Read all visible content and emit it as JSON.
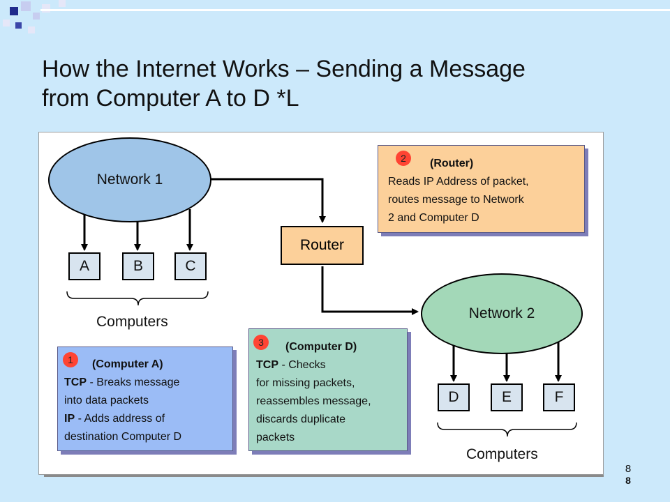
{
  "slide": {
    "title_line1": "How the Internet  Works – Sending a Message",
    "title_line2": "from  Computer A to D  *L",
    "slide_number": "8",
    "slide_number_bold": "8"
  },
  "diagram": {
    "network1": "Network 1",
    "network2": "Network 2",
    "router": "Router",
    "computers_group1": [
      "A",
      "B",
      "C"
    ],
    "computers_group2": [
      "D",
      "E",
      "F"
    ],
    "computers_label": "Computers"
  },
  "callouts": {
    "computer_a": {
      "step": "1",
      "heading": "(Computer A)",
      "lines": [
        {
          "bold": "TCP",
          "text": " - Breaks message"
        },
        {
          "bold": "",
          "text": "into data packets"
        },
        {
          "bold": "IP",
          "text": " - Adds address of"
        },
        {
          "bold": "",
          "text": "destination Computer D"
        }
      ]
    },
    "computer_d": {
      "step": "3",
      "heading": "(Computer D)",
      "lines": [
        {
          "bold": "TCP",
          "text": " - Checks"
        },
        {
          "bold": "",
          "text": "for missing packets,"
        },
        {
          "bold": "",
          "text": "reassembles message,"
        },
        {
          "bold": "",
          "text": "discards duplicate"
        },
        {
          "bold": "",
          "text": "packets"
        }
      ]
    },
    "router": {
      "step": "2",
      "heading": "(Router)",
      "lines": [
        {
          "bold": "",
          "text": "Reads IP Address of packet,"
        },
        {
          "bold": "",
          "text": "routes message to Network"
        },
        {
          "bold": "",
          "text": "2 and Computer D"
        }
      ]
    }
  },
  "colors": {
    "background": "#cce9fb",
    "network1_fill": "#9fc5e8",
    "network2_fill": "#a3d8b8",
    "router_fill": "#fcd09a",
    "computer_fill": "#d8e4ef",
    "badge": "#ff4433",
    "deco_navy": "#1f2a8c"
  }
}
